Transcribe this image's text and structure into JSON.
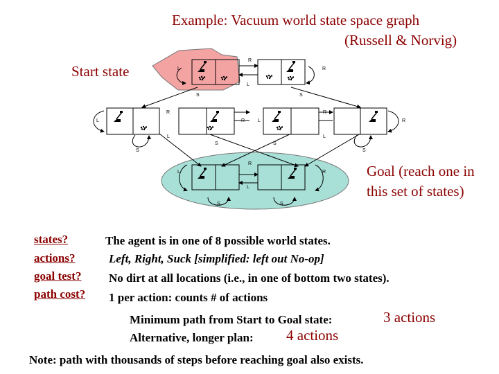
{
  "title": {
    "line1": "Example: Vacuum world state space graph",
    "line2": "(Russell & Norvig)"
  },
  "diagram": {
    "start_label": "Start state",
    "goal_label": "Goal (reach one in this set of states)",
    "edge_labels": {
      "right": "R",
      "left": "L",
      "suck": "S"
    },
    "colors": {
      "start_region": "#f4a3a3",
      "goal_region": "#a8e0d8",
      "text_accent": "#8b0000"
    }
  },
  "problem": {
    "states_q": "states?",
    "states_a": "The agent is in one of 8 possible world states.",
    "actions_q": "actions?",
    "actions_a": "Left, Right, Suck [simplified: left out No-op]",
    "goal_q": "goal test?",
    "goal_a": "No dirt at all locations (i.e., in one of bottom two states).",
    "cost_q": "path cost?",
    "cost_a": "1 per action: counts # of actions"
  },
  "summary": {
    "min_label": "Minimum path from Start to Goal state:",
    "min_value": "3 actions",
    "alt_label": "Alternative, longer plan:",
    "alt_value": "4 actions",
    "note": "Note: path with thousands of steps before reaching goal also exists."
  }
}
